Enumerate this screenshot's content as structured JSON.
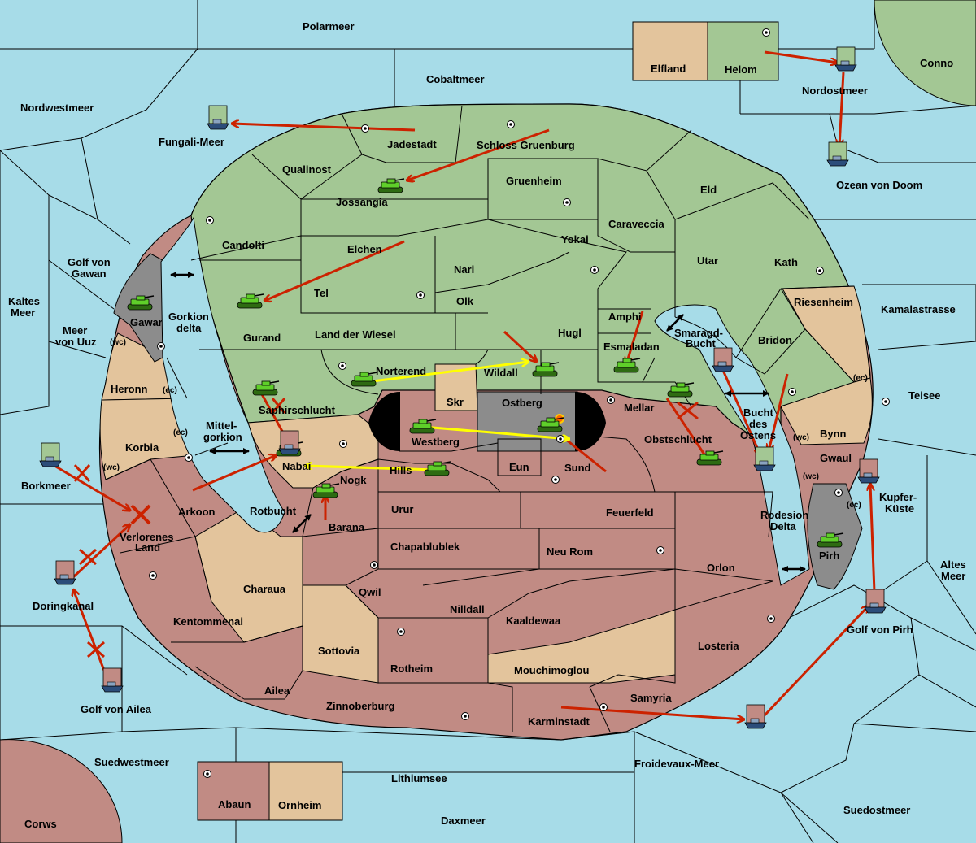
{
  "map": {
    "colors": {
      "sea": "#a7dce8",
      "green": "#a3c794",
      "red": "#c18b84",
      "tan": "#e3c49c",
      "gray": "#8c8c8c",
      "border": "#000000",
      "move": "#cc2200",
      "support": "#ffff00"
    }
  },
  "sea_labels": {
    "polarmeer": "Polarmeer",
    "cobaltmeer": "Cobaltmeer",
    "nordwestmeer": "Nordwestmeer",
    "fungali": "Fungali-Meer",
    "nordostmeer": "Nordostmeer",
    "ozean": "Ozean von Doom",
    "conno": "Conno",
    "kamalastrasse": "Kamalastrasse",
    "teisee": "Teisee",
    "altes1": "Altes",
    "altes2": "Meer",
    "golf_pirh": "Golf von Pirh",
    "suedostmeer": "Suedostmeer",
    "froidevaux": "Froidevaux-Meer",
    "daxmeer": "Daxmeer",
    "lithiumsee": "Lithiumsee",
    "suedwestmeer": "Suedwestmeer",
    "corws": "Corws",
    "golf_ailea": "Golf von Ailea",
    "doringkanal": "Doringkanal",
    "borkmeer": "Borkmeer",
    "kaltes1": "Kaltes",
    "kaltes2": "Meer",
    "uuz1": "Meer",
    "uuz2": "von Uuz",
    "gawan1": "Golf von",
    "gawan2": "Gawan",
    "gorkion1": "Gorkion",
    "gorkion2": "delta",
    "mittel1": "Mittel-",
    "mittel2": "gorkion",
    "rotbucht": "Rotbucht",
    "smaragd1": "Smaragd-",
    "smaragd2": "Bucht",
    "bucht1": "Bucht",
    "bucht2": "des",
    "bucht3": "Ostens",
    "rodesion1": "Rodesion",
    "rodesion2": "Delta"
  },
  "land_labels": {
    "elfland": "Elfland",
    "helom": "Helom",
    "jadestadt": "Jadestadt",
    "schloss": "Schloss Gruenburg",
    "qualinost": "Qualinost",
    "jossangia": "Jossangia",
    "gruenheim": "Gruenheim",
    "eld": "Eld",
    "candolti": "Candolti",
    "caraveccia": "Caraveccia",
    "yokai": "Yokai",
    "elchen": "Elchen",
    "nari": "Nari",
    "utar": "Utar",
    "kath": "Kath",
    "tel": "Tel",
    "olk": "Olk",
    "riesenheim": "Riesenheim",
    "gawar": "Gawar",
    "gurand": "Gurand",
    "land_wiesel": "Land der Wiesel",
    "amphi": "Amphi",
    "hugl": "Hugl",
    "bridon": "Bridon",
    "esmaladan": "Esmaladan",
    "norterend": "Norterend",
    "wildall": "Wildall",
    "heronn": "Heronn",
    "skr": "Skr",
    "ostberg": "Ostberg",
    "mellar": "Mellar",
    "saphirschlucht": "Saphirschlucht",
    "westberg": "Westberg",
    "obstschlucht": "Obstschlucht",
    "bynn": "Bynn",
    "korbia": "Korbia",
    "nabai": "Nabai",
    "hills": "Hills",
    "eun": "Eun",
    "sund": "Sund",
    "gwaul": "Gwaul",
    "nogk": "Nogk",
    "kupfer1": "Kupfer-",
    "kupfer2": "Küste",
    "arkoon": "Arkoon",
    "verloren1": "Verlorenes",
    "verloren2": "Land",
    "urur": "Urur",
    "feuerfeld": "Feuerfeld",
    "barana": "Barana",
    "chapablublek": "Chapablublek",
    "neu_rom": "Neu Rom",
    "pirh": "Pirh",
    "orlon": "Orlon",
    "charaua": "Charaua",
    "qwil": "Qwil",
    "nilldall": "Nilldall",
    "kaaldewaa": "Kaaldewaa",
    "kentommenai": "Kentommenai",
    "losteria": "Losteria",
    "sottovia": "Sottovia",
    "rotheim": "Rotheim",
    "mouchimoglou": "Mouchimoglou",
    "ailea": "Ailea",
    "samyria": "Samyria",
    "zinnoberburg": "Zinnoberburg",
    "karminstadt": "Karminstadt",
    "abaun": "Abaun",
    "ornheim": "Ornheim"
  },
  "coast_tags": {
    "gawar_wc": "(wc)",
    "heronn_ec": "(ec)",
    "korbia_ec": "(ec)",
    "korbia_wc": "(wc)",
    "teisee_ec": "(ec)",
    "bynn_wc": "(wc)",
    "gwaul_wc": "(wc)",
    "gwaul_ec": "(ec)"
  },
  "icons": {
    "tank": "tank-icon",
    "fleet": "fleet-icon",
    "supply": "supply-center-icon",
    "dislodged": "dislodged-marker-icon",
    "burst": "burst-icon"
  }
}
